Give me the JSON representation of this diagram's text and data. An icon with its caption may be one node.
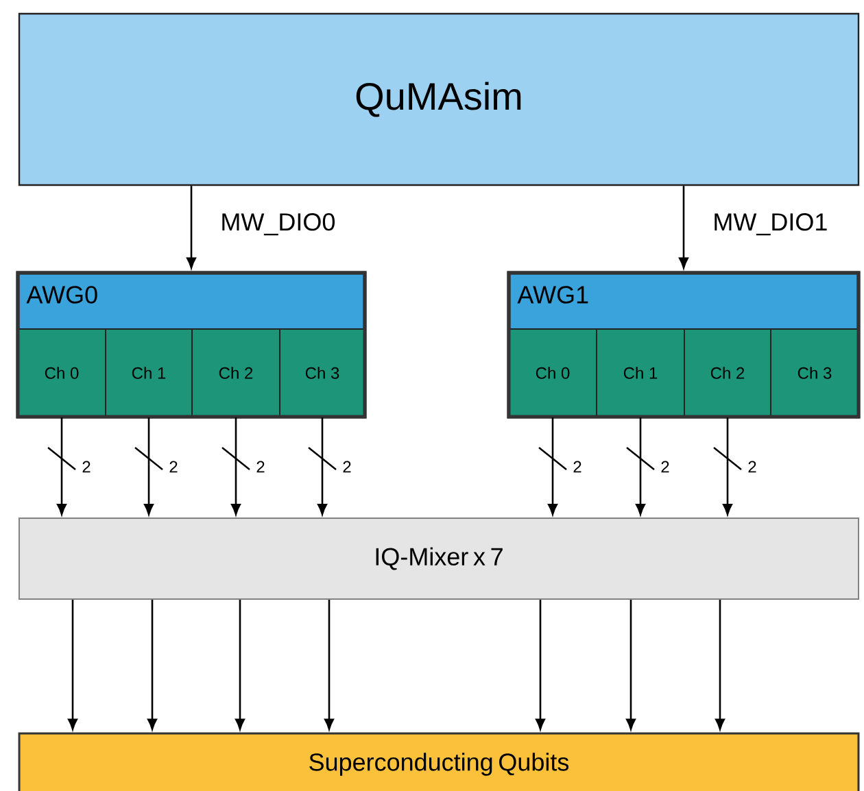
{
  "diagram": {
    "nodes": [
      {
        "text": [
          "QuMAsim"
        ]
      },
      {
        "text": [
          "AWG0"
        ]
      },
      {
        "text": [
          "Ch 0"
        ],
        "in": 1
      },
      {
        "text": [
          "Ch 1"
        ],
        "in": 1
      },
      {
        "text": [
          "Ch 2"
        ],
        "in": 1
      },
      {
        "text": [
          "Ch 3"
        ],
        "in": 1
      },
      {
        "text": [
          "AWG1"
        ]
      },
      {
        "text": [
          "Ch 0"
        ],
        "in": 6
      },
      {
        "text": [
          "Ch 1"
        ],
        "in": 6
      },
      {
        "text": [
          "Ch 2"
        ],
        "in": 6
      },
      {
        "text": [
          "Ch 3"
        ],
        "in": 6
      },
      {
        "text": [
          "IQ-Mixer x 7"
        ]
      },
      {
        "text": [
          "Superconducting Qubits"
        ]
      }
    ],
    "edges": [
      {
        "from": 0,
        "to": 1,
        "arrow": "to",
        "label": "MW_DIO0"
      },
      {
        "from": 0,
        "to": 6,
        "arrow": "to",
        "label": "MW_DIO1"
      },
      {
        "from": 2,
        "to": 11,
        "arrow": "to",
        "label": "2"
      },
      {
        "from": 3,
        "to": 11,
        "arrow": "to",
        "label": "2"
      },
      {
        "from": 4,
        "to": 11,
        "arrow": "to",
        "label": "2"
      },
      {
        "from": 5,
        "to": 11,
        "arrow": "to",
        "label": "2"
      },
      {
        "from": 7,
        "to": 11,
        "arrow": "to",
        "label": "2"
      },
      {
        "from": 8,
        "to": 11,
        "arrow": "to",
        "label": "2"
      },
      {
        "from": 9,
        "to": 11,
        "arrow": "to",
        "label": "2"
      },
      {
        "from": 11,
        "to": 12,
        "arrow": "to"
      },
      {
        "from": 11,
        "to": 12,
        "arrow": "to"
      },
      {
        "from": 11,
        "to": 12,
        "arrow": "to"
      },
      {
        "from": 11,
        "to": 12,
        "arrow": "to"
      },
      {
        "from": 11,
        "to": 12,
        "arrow": "to"
      },
      {
        "from": 11,
        "to": 12,
        "arrow": "to"
      },
      {
        "from": 11,
        "to": 12,
        "arrow": "to"
      }
    ]
  }
}
